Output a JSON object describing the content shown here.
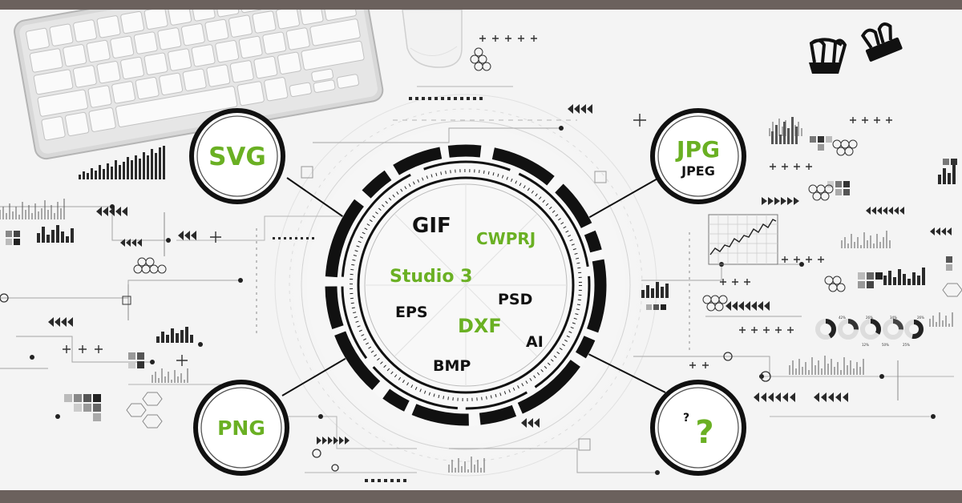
{
  "colors": {
    "frame": "#6b615d",
    "background": "#f4f4f4",
    "accent_green": "#6ab023",
    "ink": "#111111",
    "line_gray": "#b8b8b8"
  },
  "outer_nodes": {
    "svg": "SVG",
    "jpg": "JPG",
    "jpeg": "JPEG",
    "png": "PNG",
    "unknown_small": "?",
    "unknown_large": "?"
  },
  "hub_formats": {
    "gif": "GIF",
    "cwprj": "CWPRJ",
    "studio": "Studio 3",
    "eps": "EPS",
    "psd": "PSD",
    "dxf": "DXF",
    "ai": "AI",
    "bmp": "BMP"
  },
  "donut_labels": [
    "42%",
    "26%",
    "34%",
    "26%",
    "12%",
    "50%",
    "25%"
  ],
  "icons": {
    "keyboard": "keyboard-icon",
    "mouse": "mouse-icon",
    "clip_left": "binder-clip-icon",
    "clip_right": "binder-clip-icon"
  }
}
